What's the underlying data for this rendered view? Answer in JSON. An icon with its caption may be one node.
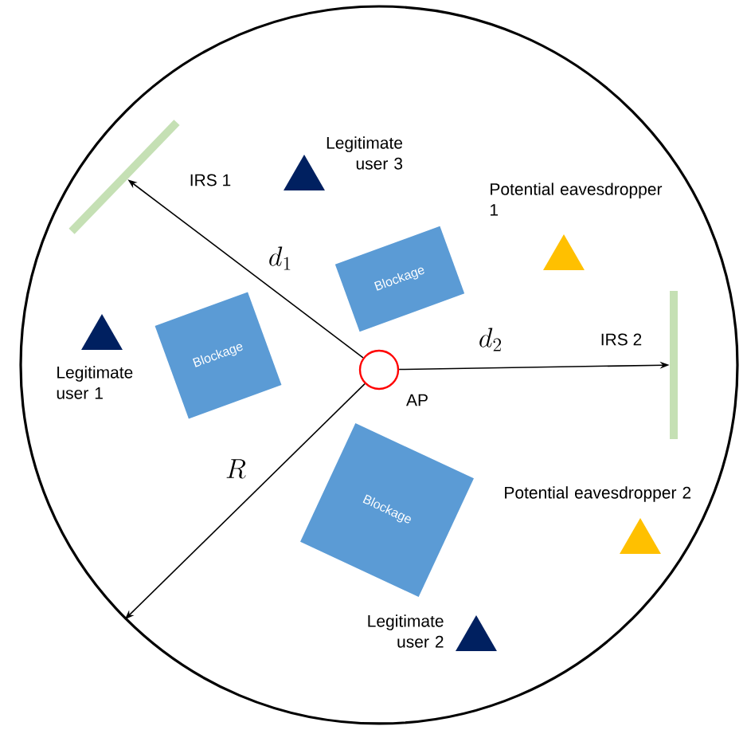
{
  "diagram": {
    "nodes": [
      {
        "text": [],
        "shape": "circle"
      },
      {
        "text": [],
        "shape": "circle",
        "beside": [
          "AP"
        ],
        "in": 0
      },
      {
        "text": [],
        "shape": "bar",
        "beside": [
          "IRS 1"
        ],
        "in": 0
      },
      {
        "text": [],
        "shape": "bar",
        "beside": [
          "IRS 2"
        ],
        "in": 0
      },
      {
        "text": [],
        "shape": "triangle",
        "beside": [
          "Legitimate user 3"
        ],
        "in": 0
      },
      {
        "text": [],
        "shape": "triangle",
        "beside": [
          "Potential eavesdropper 1"
        ],
        "in": 0
      },
      {
        "text": [
          "Blockage"
        ],
        "in": 0
      },
      {
        "text": [
          "Blockage"
        ],
        "in": 0
      },
      {
        "text": [
          "Blockage"
        ],
        "in": 0
      },
      {
        "text": [],
        "shape": "triangle",
        "beside": [
          "Legitimate user 1"
        ],
        "in": 0
      },
      {
        "text": [],
        "shape": "triangle",
        "beside": [
          "Potential eavesdropper 2"
        ],
        "in": 0
      },
      {
        "text": [],
        "shape": "triangle",
        "beside": [
          "Legitimate user 2"
        ],
        "in": 0
      }
    ],
    "edges": [
      {
        "from": 1,
        "to": 2,
        "arrow": "to",
        "label": "d_1"
      },
      {
        "from": 1,
        "to": 3,
        "arrow": "to",
        "label": "d_2"
      },
      {
        "from": 1,
        "to": 0,
        "arrow": "to",
        "label": "R"
      }
    ]
  }
}
